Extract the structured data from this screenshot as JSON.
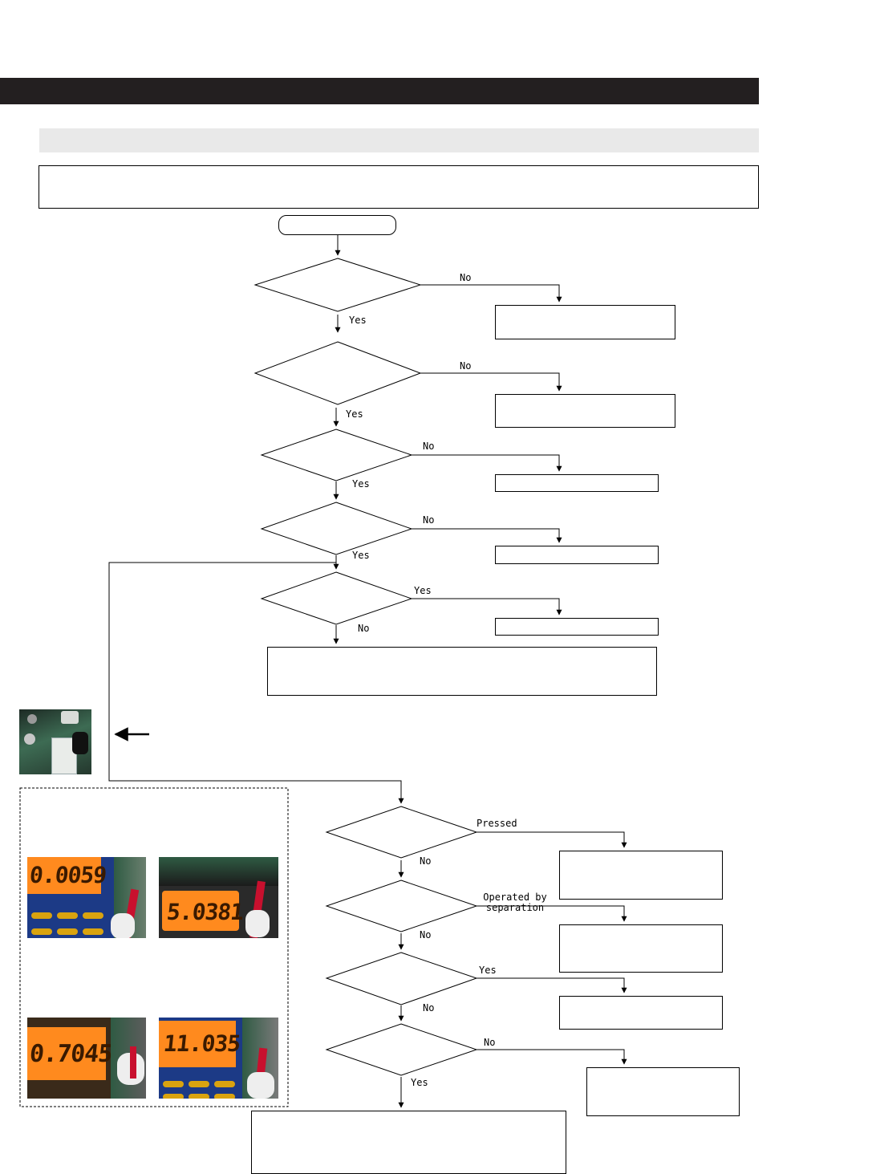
{
  "header": {
    "title": "",
    "section_title": "",
    "description": ""
  },
  "start": {
    "label": ""
  },
  "branch_labels": {
    "yes": "Yes",
    "no": "No",
    "pressed": "Pressed",
    "operated_by_separation": "Operated by\nseparation"
  },
  "photos": [
    {
      "name": "board-photo",
      "reading": ""
    },
    {
      "name": "meter-photo-1",
      "reading": "0.0059"
    },
    {
      "name": "meter-photo-2",
      "reading": "5.0381"
    },
    {
      "name": "meter-photo-3",
      "reading": "0.7045"
    },
    {
      "name": "meter-photo-4",
      "reading": "11.035"
    }
  ],
  "colors": {
    "header_bar": "#231f20",
    "section_bar": "#e9e9e9",
    "meter_screen": "#ff8a1e",
    "meter_body": "#1c3a86",
    "board": "#2f5b43"
  }
}
